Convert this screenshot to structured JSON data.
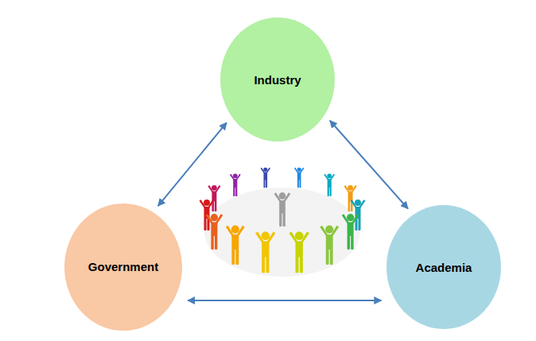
{
  "diagram": {
    "nodes": [
      {
        "text": [
          "Industry"
        ]
      },
      {
        "text": [
          "Government"
        ]
      },
      {
        "text": [
          "Academia"
        ]
      }
    ],
    "edges": [
      {
        "from": 0,
        "to": 1,
        "arrow": "both"
      },
      {
        "from": 0,
        "to": 2,
        "arrow": "both"
      },
      {
        "from": 1,
        "to": 2,
        "arrow": "both"
      }
    ]
  }
}
